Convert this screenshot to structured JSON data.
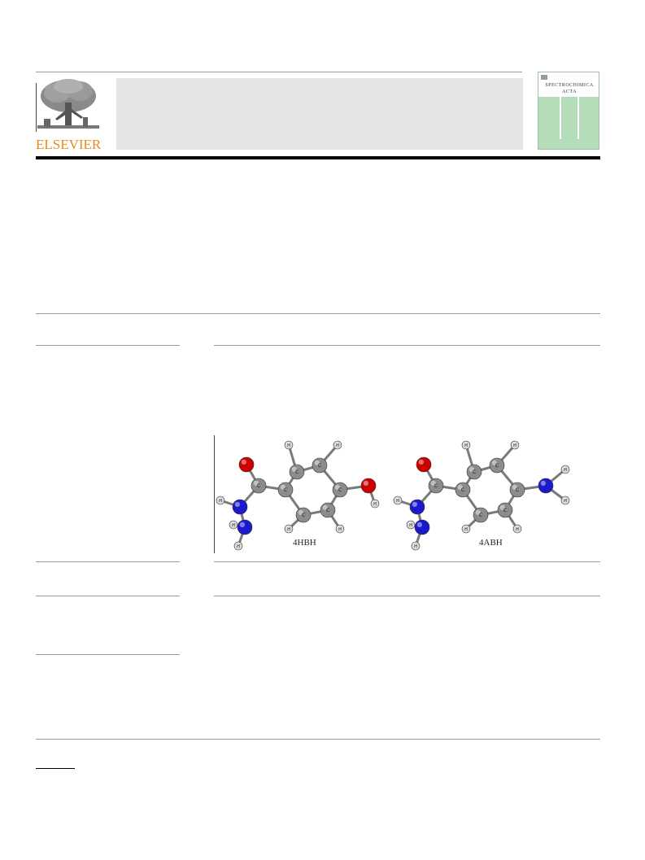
{
  "header": {
    "publisher_logo": {
      "wordmark": "ELSEVIER",
      "color": "#e88a1a",
      "icon": "tree-logo-icon"
    },
    "journal_cover": {
      "title_line1": "SPECTROCHIMICA",
      "title_line2": "ACTA",
      "accent_color": "#b5dcb8"
    }
  },
  "graphical_abstract": {
    "molecules": [
      {
        "label": "4HBH",
        "heteroatom": "O",
        "heteroatom_color": "#cc0000"
      },
      {
        "label": "4ABH",
        "heteroatom": "N",
        "heteroatom_color": "#1a1acc"
      }
    ],
    "atom_labels": {
      "carbon": "C",
      "hydrogen": "H"
    },
    "colors": {
      "carbon": "#8c8c8c",
      "hydrogen": "#d8d8d8",
      "oxygen": "#cc0000",
      "nitrogen": "#1a1acc"
    }
  }
}
